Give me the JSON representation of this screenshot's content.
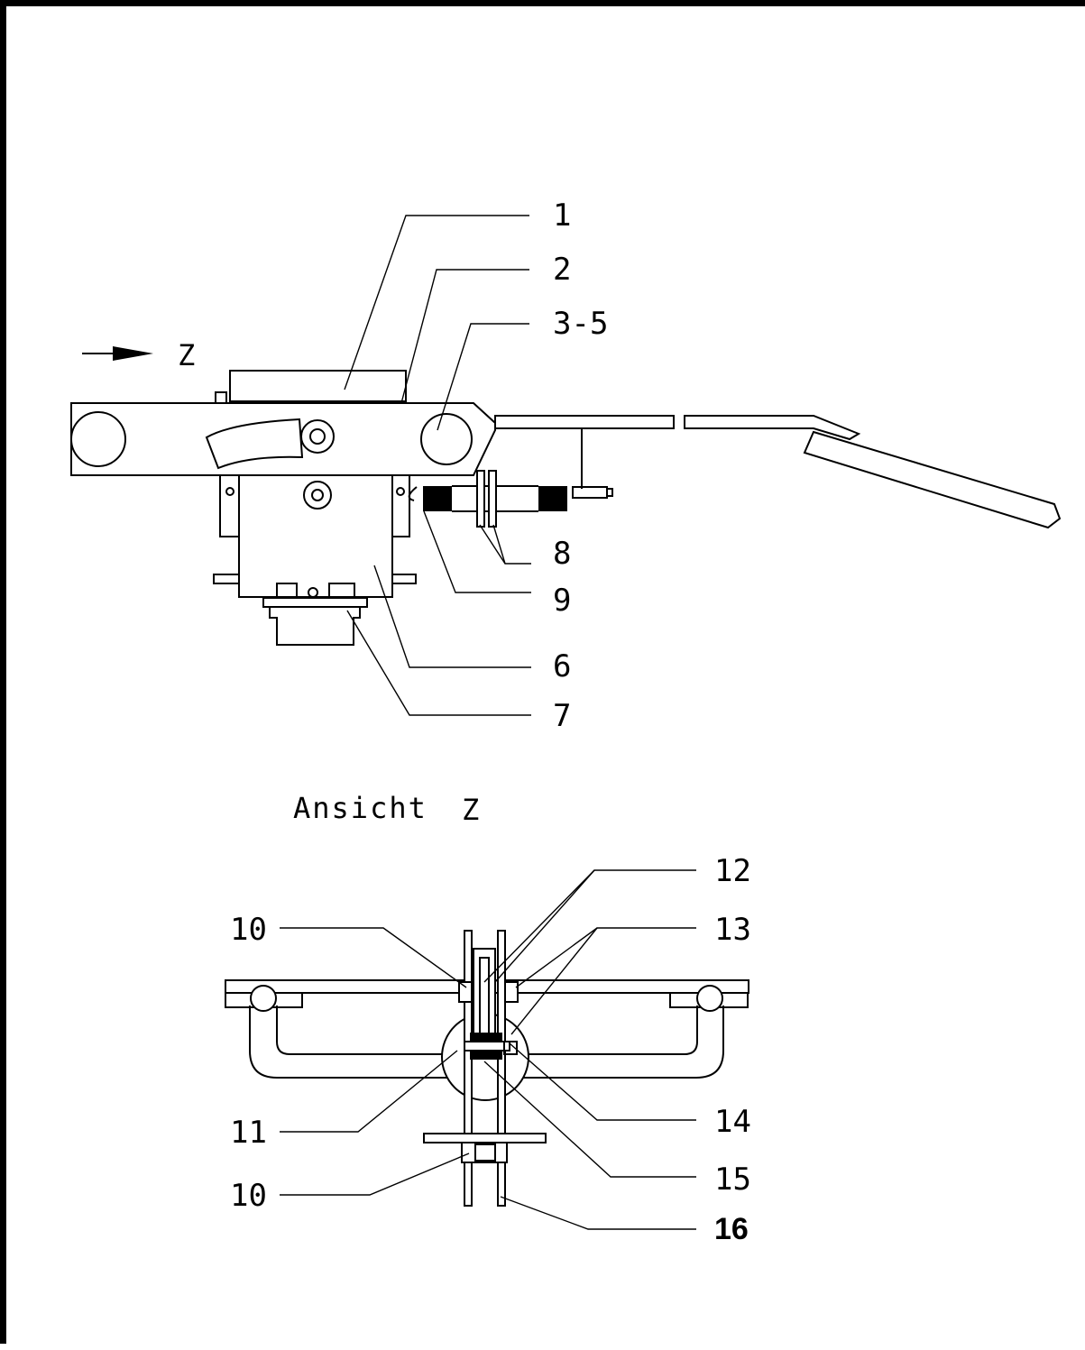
{
  "top_view": {
    "direction_letter": "Z",
    "labels": {
      "l1": "1",
      "l2": "2",
      "l3": "3-5",
      "l8": "8",
      "l9": "9",
      "l6": "6",
      "l7": "7"
    }
  },
  "side_view": {
    "title": "Ansicht",
    "title_letter": "Z",
    "labels": {
      "l12": "12",
      "l13": "13",
      "l10a": "10",
      "l11": "11",
      "l14": "14",
      "l10b": "10",
      "l15": "15",
      "l16": "16"
    }
  }
}
